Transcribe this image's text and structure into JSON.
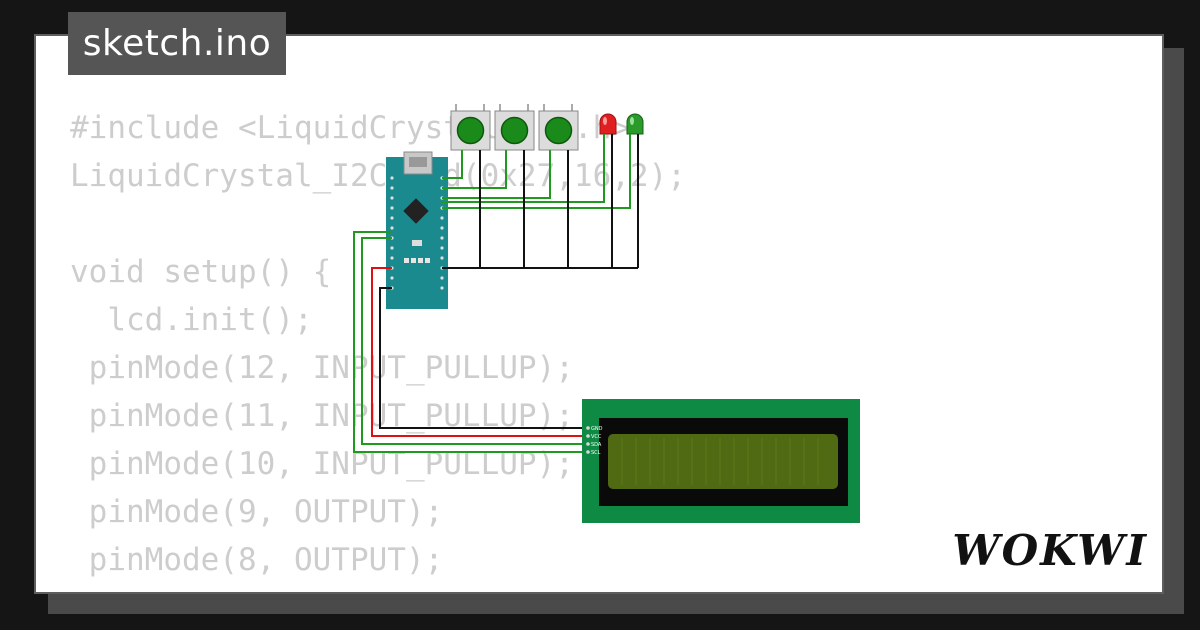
{
  "title": "sketch.ino",
  "brand": "WOKWI",
  "code_lines": [
    "#include <LiquidCrystal_I2C.h>",
    "LiquidCrystal_I2C lcd(0x27,16,2);",
    "",
    "void setup() {",
    "  lcd.init();",
    " pinMode(12, INPUT_PULLUP);",
    " pinMode(11, INPUT_PULLUP);",
    " pinMode(10, INPUT_PULLUP);",
    " pinMode(9, OUTPUT);",
    " pinMode(8, OUTPUT);"
  ],
  "lcd_pins": [
    "GND",
    "VCC",
    "SDA",
    "SCL"
  ],
  "colors": {
    "board": "#1b8a8f",
    "button": "#1a8a1a",
    "led_red": "#e02020",
    "led_green": "#2a9a2a",
    "lcd_pcb": "#0f8a45",
    "lcd_screen": "#4f6a12",
    "wire_green": "#1f9a1f",
    "wire_black": "#111111",
    "wire_red": "#dd1111"
  }
}
